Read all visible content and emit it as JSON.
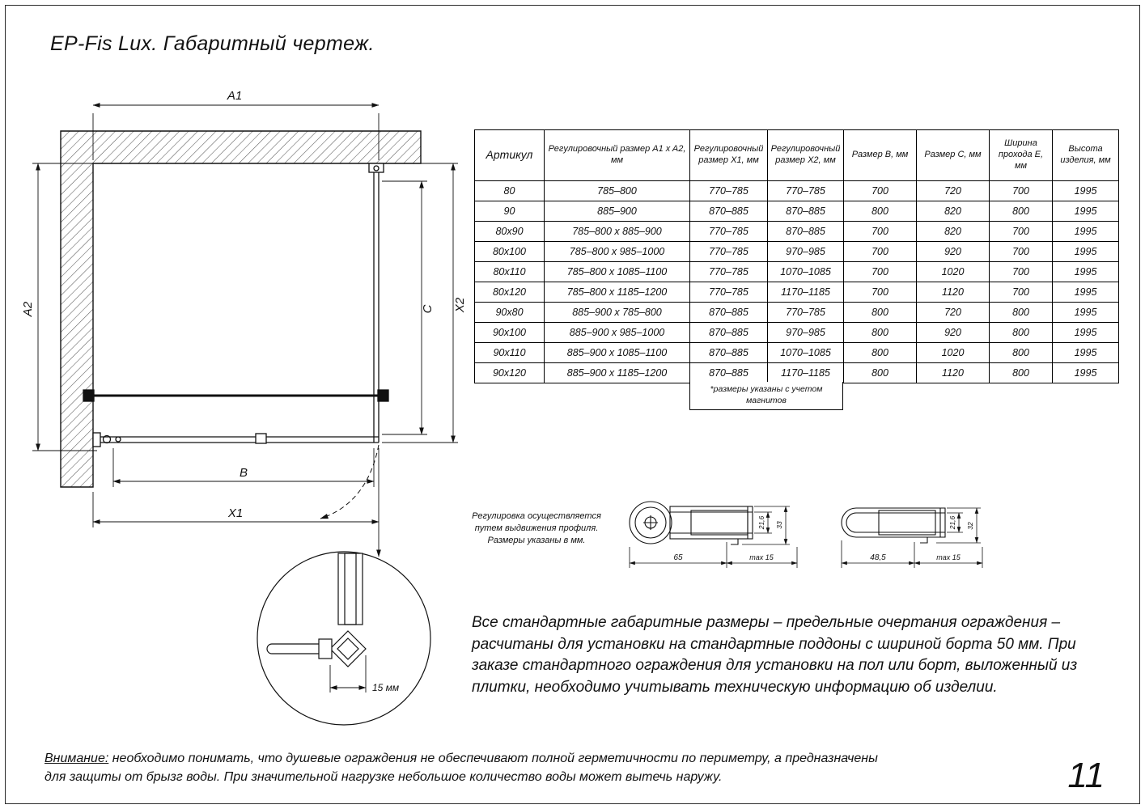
{
  "page": {
    "title": "EP-Fis Lux. Габаритный чертеж.",
    "number": "11"
  },
  "drawing": {
    "labels": {
      "a1": "A1",
      "a2": "A2",
      "x1": "X1",
      "x2": "X2",
      "b": "B",
      "c": "C"
    },
    "detail_dim": "15 мм"
  },
  "table": {
    "headers": [
      "Артикул",
      "Регулировочный размер A1 x A2, мм",
      "Регулировочный размер X1, мм",
      "Регулировочный размер X2, мм",
      "Размер B, мм",
      "Размер C, мм",
      "Ширина прохода E, мм",
      "Высота изделия, мм"
    ],
    "rows": [
      [
        "80",
        "785–800",
        "770–785",
        "770–785",
        "700",
        "720",
        "700",
        "1995"
      ],
      [
        "90",
        "885–900",
        "870–885",
        "870–885",
        "800",
        "820",
        "800",
        "1995"
      ],
      [
        "80x90",
        "785–800 x 885–900",
        "770–785",
        "870–885",
        "700",
        "820",
        "700",
        "1995"
      ],
      [
        "80x100",
        "785–800 x 985–1000",
        "770–785",
        "970–985",
        "700",
        "920",
        "700",
        "1995"
      ],
      [
        "80x110",
        "785–800 x 1085–1100",
        "770–785",
        "1070–1085",
        "700",
        "1020",
        "700",
        "1995"
      ],
      [
        "80x120",
        "785–800 x 1185–1200",
        "770–785",
        "1170–1185",
        "700",
        "1120",
        "700",
        "1995"
      ],
      [
        "90x80",
        "885–900 x 785–800",
        "870–885",
        "770–785",
        "800",
        "720",
        "800",
        "1995"
      ],
      [
        "90x100",
        "885–900 x 985–1000",
        "870–885",
        "970–985",
        "800",
        "920",
        "800",
        "1995"
      ],
      [
        "90x110",
        "885–900 x 1085–1100",
        "870–885",
        "1070–1085",
        "800",
        "1020",
        "800",
        "1995"
      ],
      [
        "90x120",
        "885–900 x 1185–1200",
        "870–885",
        "1170–1185",
        "800",
        "1120",
        "800",
        "1995"
      ]
    ],
    "footnote": "*размеры указаны с учетом магнитов"
  },
  "profiles": {
    "note": "Регулировка осуществляется\nпутем выдвижения профиля.\nРазмеры указаны в мм.",
    "left": {
      "width": "65",
      "travel": "max 15",
      "inner_height": "21,6",
      "outer_height": "33"
    },
    "right": {
      "width": "48,5",
      "travel": "max 15",
      "inner_height": "21,6",
      "outer_height": "32"
    }
  },
  "notes": {
    "paragraph": "Все стандартные габаритные размеры – предельные очертания ограждения – расчитаны для установки на стандартные поддоны с шириной борта 50 мм. При заказе стандартного ограждения для установки на пол или борт, выложенный из плитки, необходимо учитывать техническую информацию об изделии.",
    "warning_label": "Внимание:",
    "warning_text": " необходимо понимать, что душевые ограждения не обеспечивают полной герметичности по периметру, а предназначены для защиты от брызг воды. При значительной нагрузке небольшое количество воды может вытечь наружу."
  }
}
